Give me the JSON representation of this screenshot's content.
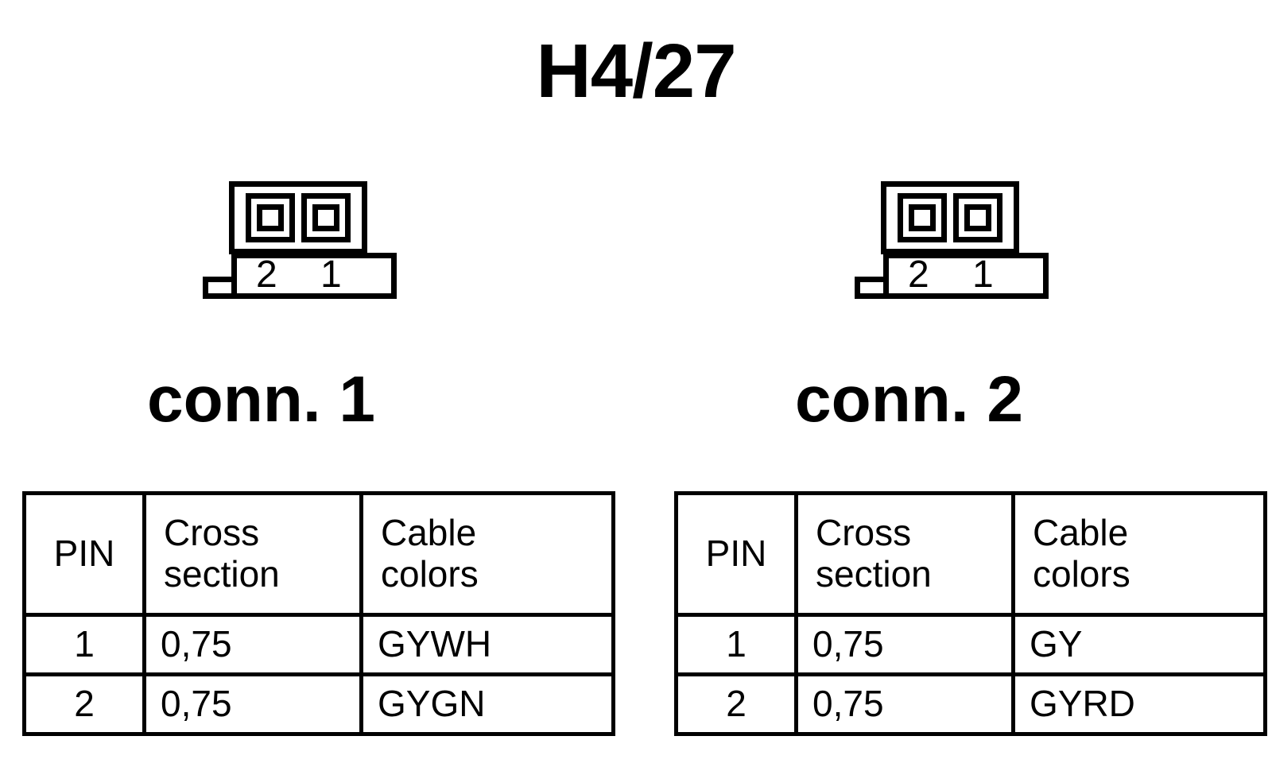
{
  "title": "H4/27",
  "connectors": [
    {
      "id": "conn-1",
      "label": "conn. 1",
      "symbol": {
        "pin_numbers": [
          "2",
          "1"
        ],
        "pin_count": 2
      },
      "table": {
        "headers": {
          "pin": "PIN",
          "cross_section_line1": "Cross",
          "cross_section_line2": "section",
          "cable_colors_line1": "Cable",
          "cable_colors_line2": "colors"
        },
        "rows": [
          {
            "pin": "1",
            "cross_section": "0,75",
            "cable_colors": "GYWH"
          },
          {
            "pin": "2",
            "cross_section": "0,75",
            "cable_colors": "GYGN"
          }
        ]
      }
    },
    {
      "id": "conn-2",
      "label": "conn. 2",
      "symbol": {
        "pin_numbers": [
          "2",
          "1"
        ],
        "pin_count": 2
      },
      "table": {
        "headers": {
          "pin": "PIN",
          "cross_section_line1": "Cross",
          "cross_section_line2": "section",
          "cable_colors_line1": "Cable",
          "cable_colors_line2": "colors"
        },
        "rows": [
          {
            "pin": "1",
            "cross_section": "0,75",
            "cable_colors": "GY"
          },
          {
            "pin": "2",
            "cross_section": "0,75",
            "cable_colors": "GYRD"
          }
        ]
      }
    }
  ],
  "colors": {
    "ink": "#000000",
    "background": "#ffffff"
  }
}
